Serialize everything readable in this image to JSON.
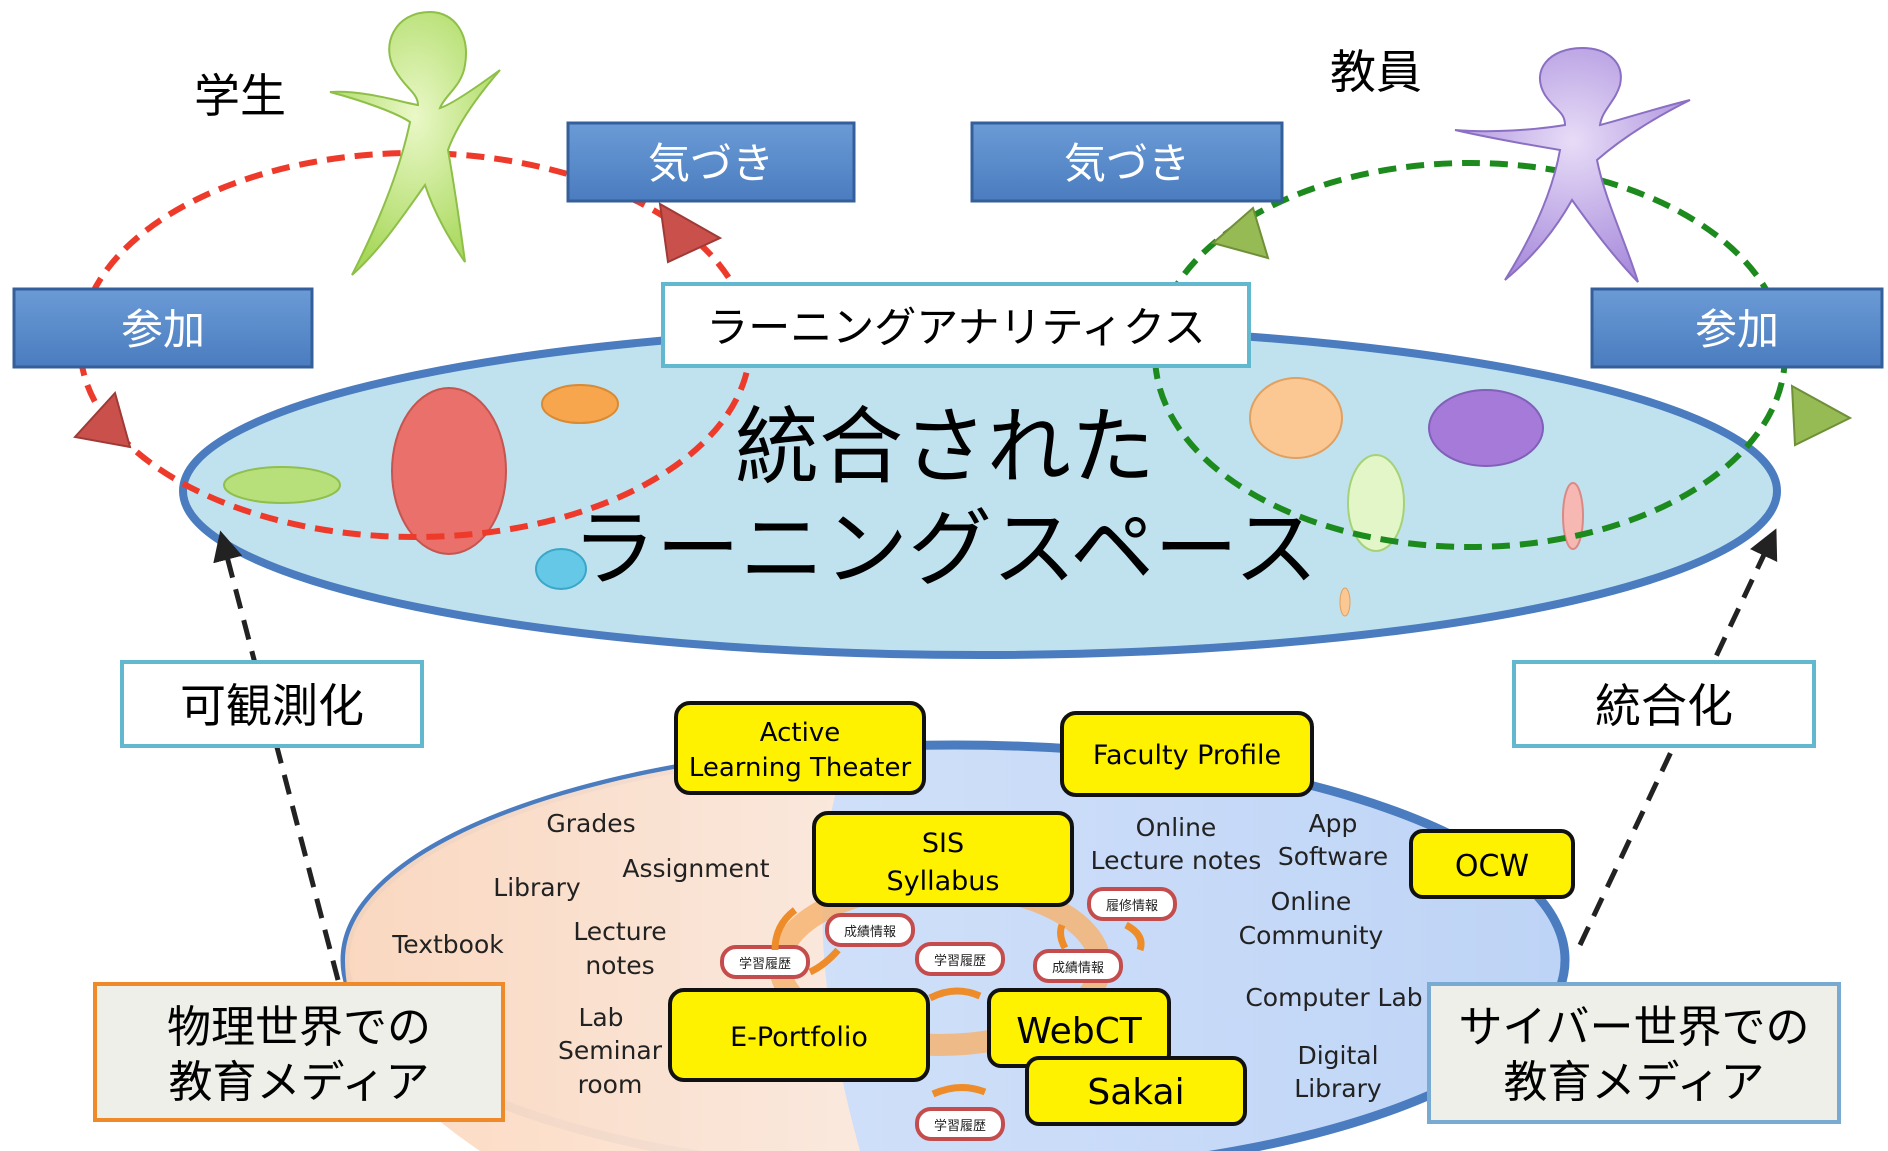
{
  "actors": {
    "student": {
      "label": "学生",
      "color": "#b6e06e"
    },
    "teacher": {
      "label": "教員",
      "color": "#b79be0"
    }
  },
  "student_loop": {
    "kizuki": "気づき",
    "sanka": "参加",
    "loop_color": "#ee3a2a"
  },
  "teacher_loop": {
    "kizuki": "気づき",
    "sanka": "参加",
    "loop_color": "#1d8a1d"
  },
  "analytics_label": "ラーニングアナリティクス",
  "space": {
    "line1": "統合された",
    "line2": "ラーニングスペース",
    "fill": "#c0e2ef",
    "stroke": "#4a7cbf"
  },
  "side_labels": {
    "left": "可観測化",
    "right": "統合化"
  },
  "media": {
    "physical": {
      "line1": "物理世界での",
      "line2": "教育メディア"
    },
    "cyber": {
      "line1": "サイバー世界での",
      "line2": "教育メディア"
    }
  },
  "physical_items": {
    "grades": "Grades",
    "assignment": "Assignment",
    "library": "Library",
    "textbook": "Textbook",
    "lecture_line1": "Lecture",
    "lecture_line2": "notes",
    "lab_line1": "Lab",
    "lab_line2": "Seminar",
    "lab_line3": "room"
  },
  "cyber_items": {
    "online_line1": "Online",
    "online_line2": "Lecture notes",
    "app_line1": "App",
    "app_line2": "Software",
    "community_line1": "Online",
    "community_line2": "Community",
    "computer_lab": "Computer Lab",
    "digital_line1": "Digital",
    "digital_line2": "Library"
  },
  "systems": {
    "alt_line1": "Active",
    "alt_line2": "Learning Theater",
    "faculty_profile": "Faculty Profile",
    "sis_line1": "SIS",
    "sis_line2": "Syllabus",
    "ocw": "OCW",
    "eportfolio": "E-Portfolio",
    "webct": "WebCT",
    "sakai": "Sakai"
  },
  "flow_tags": {
    "seiseki_1": "成績情報",
    "gakushu_1": "学習履歴",
    "gakushu_2": "学習履歴",
    "rishu": "履修情報",
    "seiseki_2": "成績情報",
    "gakushu_3": "学習履歴"
  }
}
